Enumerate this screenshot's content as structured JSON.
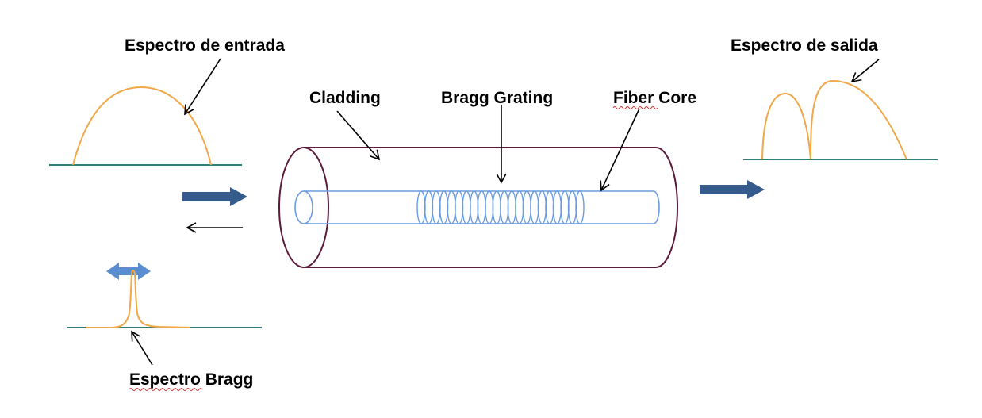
{
  "labels": {
    "input_spectrum": "Espectro de entrada",
    "output_spectrum": "Espectro de salida",
    "cladding": "Cladding",
    "bragg_grating": "Bragg Grating",
    "fiber_core": "Fiber Core",
    "bragg_spectrum": "Espectro Bragg"
  },
  "colors": {
    "spectrum_curve": "#F0A848",
    "baseline": "#2E7D74",
    "cladding_outline": "#5A1A3A",
    "core_outline": "#6A9BE0",
    "block_arrow": "#355A8C",
    "double_arrow": "#5B8ED0",
    "pointer": "#000000"
  },
  "grating": {
    "ring_count": 22
  }
}
